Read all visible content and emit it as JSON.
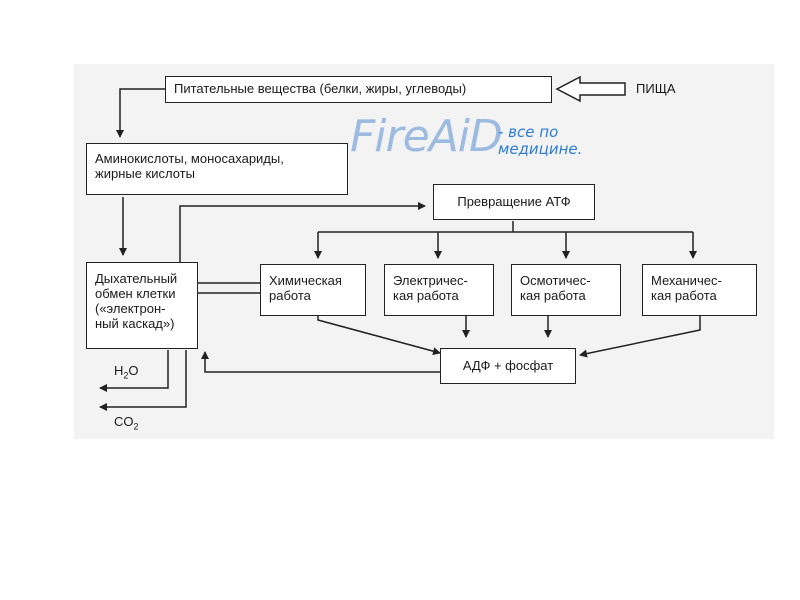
{
  "nodes": {
    "nutrients": "Питательные вещества (белки, жиры, углеводы)",
    "food": "ПИЩА",
    "amino": "Аминокислоты, моносахариды,\nжирные кислоты",
    "atp": "Превращение АТФ",
    "respiration": "Дыхательный\nобмен клетки\n(«электрон-\nный каскад»)",
    "chemical": "Химическая\nработа",
    "electrical": "Электричес-\nкая работа",
    "osmotic": "Осмотичес-\nкая работа",
    "mechanical": "Механичес-\nкая работа",
    "adp": "АДФ + фосфат"
  },
  "outputs": {
    "water": {
      "main": "H",
      "sub": "2",
      "tail": "O"
    },
    "co2": {
      "main": "CO",
      "sub": "2",
      "tail": ""
    }
  },
  "watermark": {
    "logo": "FireAiD",
    "tagline": "- все по\nмедицине."
  }
}
